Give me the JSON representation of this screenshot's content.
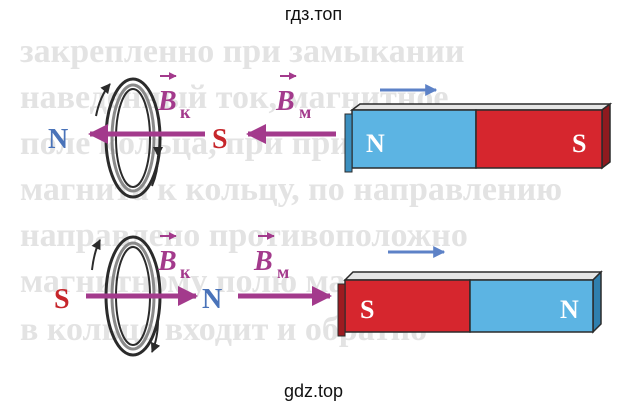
{
  "watermark_top": "гдз.топ",
  "watermark_bottom": "gdz.top",
  "background_text": [
    "закрепленно при замыкании",
    "наведенный ток, магнитное",
    "поле кольца, при приближении",
    "магнита к кольцу, по направлению",
    "направлено противоположно",
    "магнитному полю магнита",
    "в кольцо входит и обратно"
  ],
  "colors": {
    "arrow": "#a33a8c",
    "blue_label": "#4a73b9",
    "red_label": "#c6262b",
    "magnet_blue": "#5cb4e3",
    "magnet_red": "#d6262e",
    "motion_arrow": "#5d82c7",
    "ring": "#2b2b2b"
  },
  "top": {
    "pole_left": "N",
    "pole_right": "S",
    "field_ring": "B",
    "field_ring_sub": "к",
    "field_magnet": "B",
    "field_magnet_sub": "м",
    "magnet_left": "N",
    "magnet_right": "S"
  },
  "bottom": {
    "pole_left": "S",
    "pole_right": "N",
    "field_ring": "B",
    "field_ring_sub": "к",
    "field_magnet": "B",
    "field_magnet_sub": "м",
    "magnet_left": "S",
    "magnet_right": "N"
  }
}
